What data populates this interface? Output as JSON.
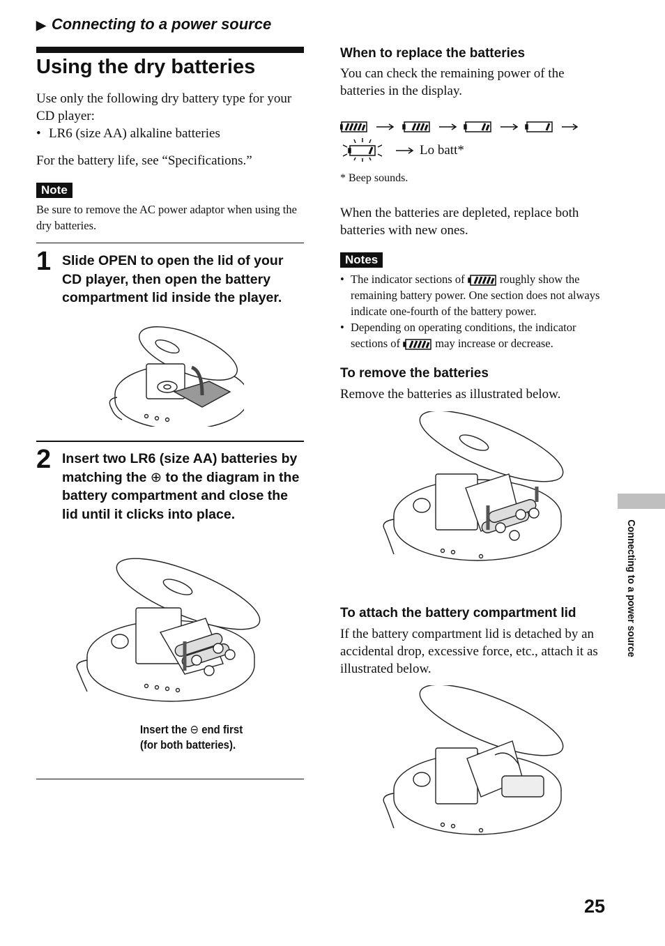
{
  "header": {
    "section_title": "Connecting to a power source",
    "arrow": "▶"
  },
  "page_title": "Using the dry batteries",
  "intro": {
    "text": "Use only the following dry battery type for your CD player:",
    "bullet": "LR6 (size AA) alkaline batteries",
    "life": "For the battery life, see “Specifications.”"
  },
  "note": {
    "tag": "Note",
    "text": "Be sure to remove the AC power adaptor when using the dry batteries."
  },
  "steps": [
    {
      "num": "1",
      "text": "Slide OPEN to open the lid of your CD player, then open the battery compartment lid inside the player."
    },
    {
      "num": "2",
      "text_a": "Insert two LR6 (size AA) batteries by matching the ",
      "symbol": "⊕",
      "text_b": " to the diagram in the battery compartment and close the lid until it clicks into place."
    }
  ],
  "step2_caption": {
    "line1_a": "Insert the ",
    "symbol": "⊖",
    "line1_b": " end first",
    "line2": "(for both batteries)."
  },
  "replace": {
    "heading": "When to replace the batteries",
    "text": "You can check the remaining power of the batteries in the display.",
    "lo_batt": "Lo batt*",
    "footnote": "* Beep sounds.",
    "depleted": "When the batteries are depleted, replace both batteries with new ones."
  },
  "notes": {
    "tag": "Notes",
    "item1_a": "The indicator sections of",
    "item1_b": "roughly show the remaining battery power. One section does not always indicate one-fourth of the battery power.",
    "item2_a": "Depending on operating conditions, the indicator sections of",
    "item2_b": "may increase or decrease."
  },
  "remove": {
    "heading": "To remove the batteries",
    "text": "Remove the batteries as illustrated below."
  },
  "attach": {
    "heading": "To attach the battery compartment lid",
    "text": "If the battery compartment lid is detached by an accidental drop, excessive force, etc., attach it as illustrated below."
  },
  "side_tab": "Connecting to a power source",
  "page_number": "25"
}
